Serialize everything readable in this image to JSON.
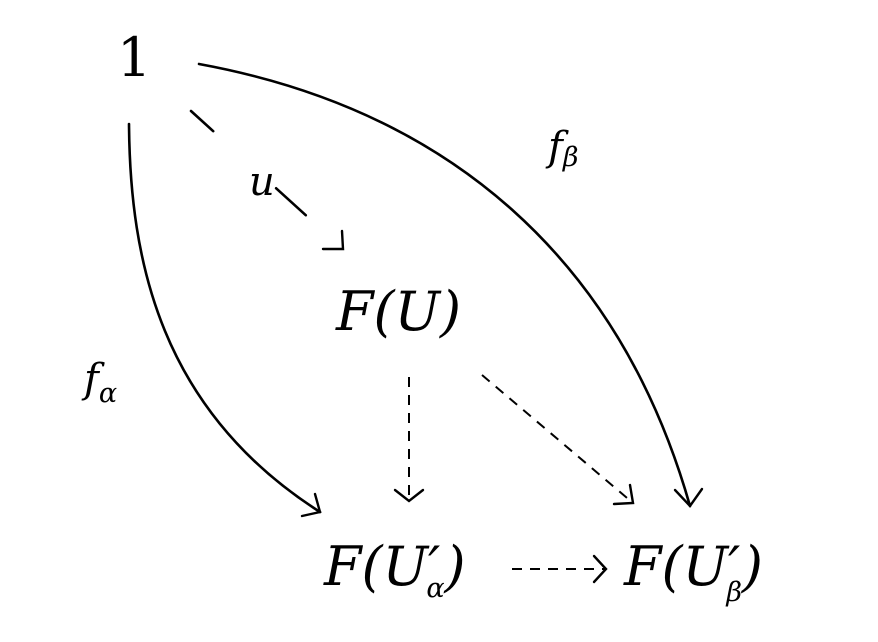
{
  "nodes": {
    "one": {
      "label": "1"
    },
    "fu": {
      "label": "F(U)"
    },
    "fua": {
      "label": "F(U",
      "prime": "′",
      "sub": "α",
      "close": ")"
    },
    "fub": {
      "label": "F(U",
      "prime": "′",
      "sub": "β",
      "close": ")"
    }
  },
  "edges": {
    "u": {
      "label": "u",
      "style": "dashed"
    },
    "f_alpha": {
      "label": "f",
      "sub": "α",
      "style": "solid"
    },
    "f_beta": {
      "label": "f",
      "sub": "β",
      "style": "solid"
    },
    "fu_to_fua": {
      "label": "",
      "style": "dashed"
    },
    "fu_to_fub": {
      "label": "",
      "style": "dashed"
    },
    "fua_to_fub": {
      "label": "",
      "style": "dashed"
    }
  }
}
